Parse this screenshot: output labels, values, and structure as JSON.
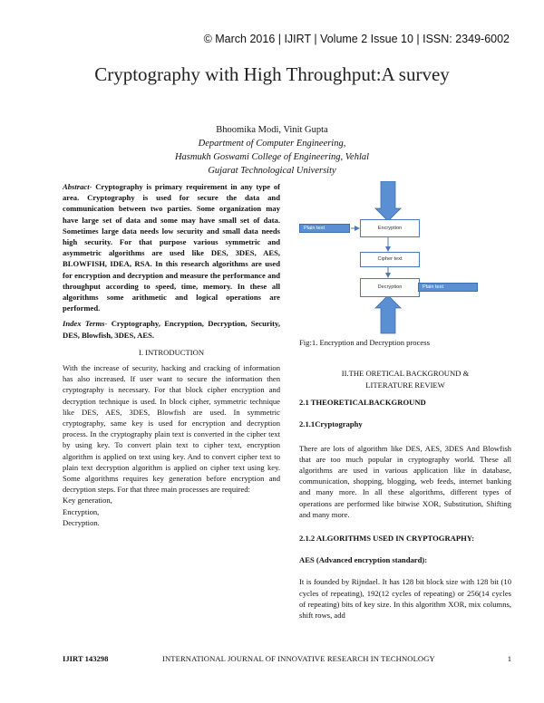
{
  "header": {
    "meta": "© March 2016 | IJIRT | Volume 2 Issue 10 | ISSN: 2349-6002"
  },
  "paper": {
    "title": "Cryptography with High Throughput:A survey",
    "authors": "Bhoomika Modi, Vinit Gupta",
    "affiliation": [
      "Department of Computer Engineering,",
      "Hasmukh Goswami College of Engineering, Vehlal",
      "Gujarat Technological University"
    ]
  },
  "abstract": {
    "label": "Abstract-",
    "text": " Cryptography is primary requirement in any type of area. Cryptography is used for secure the data and communication between two parties. Some organization may have large set of data and some may have small set of data. Sometimes large data needs low security and small data needs high security. For that purpose various symmetric and asymmetric algorithms are used like DES, 3DES, AES, BLOWFISH, IDEA, RSA. In this research algorithms are used for encryption and decryption and measure the performance and throughput according to speed, time, memory. In these all algorithms some arithmetic and logical operations are performed.",
    "index_label": "Index Terms-",
    "index_text": " Cryptography, Encryption, Decryption, Security, DES, Blowfish, 3DES, AES."
  },
  "intro": {
    "heading": "I. INTRODUCTION",
    "text": "With the increase of security, hacking and cracking of information has also increased. If user want to secure the information then cryptography is necessary. For that block cipher encryption and decryption technique is used. In block cipher, symmetric technique like DES, AES, 3DES, Blowfish are used. In symmetric cryptography, same key is used for encryption and decryption process. In the cryptography plain text is converted in the cipher text by using key. To convert plain text to cipher text, encryption algorithm is applied on text using key. And to convert cipher text to plain text decryption algorithm is applied on cipher text using key. Some algorithms requires key generation before encryption and decryption steps. For that three main processes are required:",
    "list": [
      "Key generation,",
      "Encryption,",
      "Decryption."
    ]
  },
  "figure": {
    "plain_text_in": "Plain text",
    "encryption": "Encryption",
    "cipher_text": "Cipher text",
    "decryption": "Decryption",
    "plain_text_out": "Plain text",
    "caption": "Fig:1. Encryption and Decryption process"
  },
  "section2": {
    "heading_line1": "II.THE ORETICAL BACKGROUND &",
    "heading_line2": "LITERATURE REVIEW",
    "sub1": "2.1 THEORETICALBACKGROUND",
    "sub11": "2.1.1Cryptography",
    "para1": "There are lots of algorithm like DES, AES, 3DES And Blowfish that are too much popular in cryptography world. These all algorithms are used in various application like in database, communication, shopping, blogging, web feeds, internet banking and many more. In all these algorithms, different types of operations are performed like bitwise XOR, Substitution, Shifting and many more.",
    "sub12": "2.1.2 ALGORITHMS USED IN CRYPTOGRAPHY:",
    "aes_head": "AES (Advanced encryption standard):",
    "para2": "It is founded by Rijndael. It has 128 bit block size with 128 bit (10 cycles of repeating), 192(12 cycles of repeating) or 256(14 cycles of repeating) bits of key size. In this algorithm XOR, mix columns, shift rows, add"
  },
  "footer": {
    "left": "IJIRT 143298",
    "center": "INTERNATIONAL JOURNAL OF INNOVATIVE RESEARCH IN TECHNOLOGY",
    "page": "1"
  }
}
